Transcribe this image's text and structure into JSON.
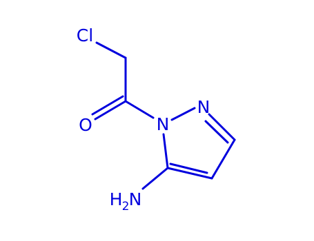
{
  "structure": {
    "color": "#0000dd",
    "atoms": {
      "cl": "Cl",
      "o": "O",
      "n1": "N",
      "n2": "N",
      "nh2_h": "H",
      "nh2_sub": "2",
      "nh2_n": "N"
    }
  }
}
